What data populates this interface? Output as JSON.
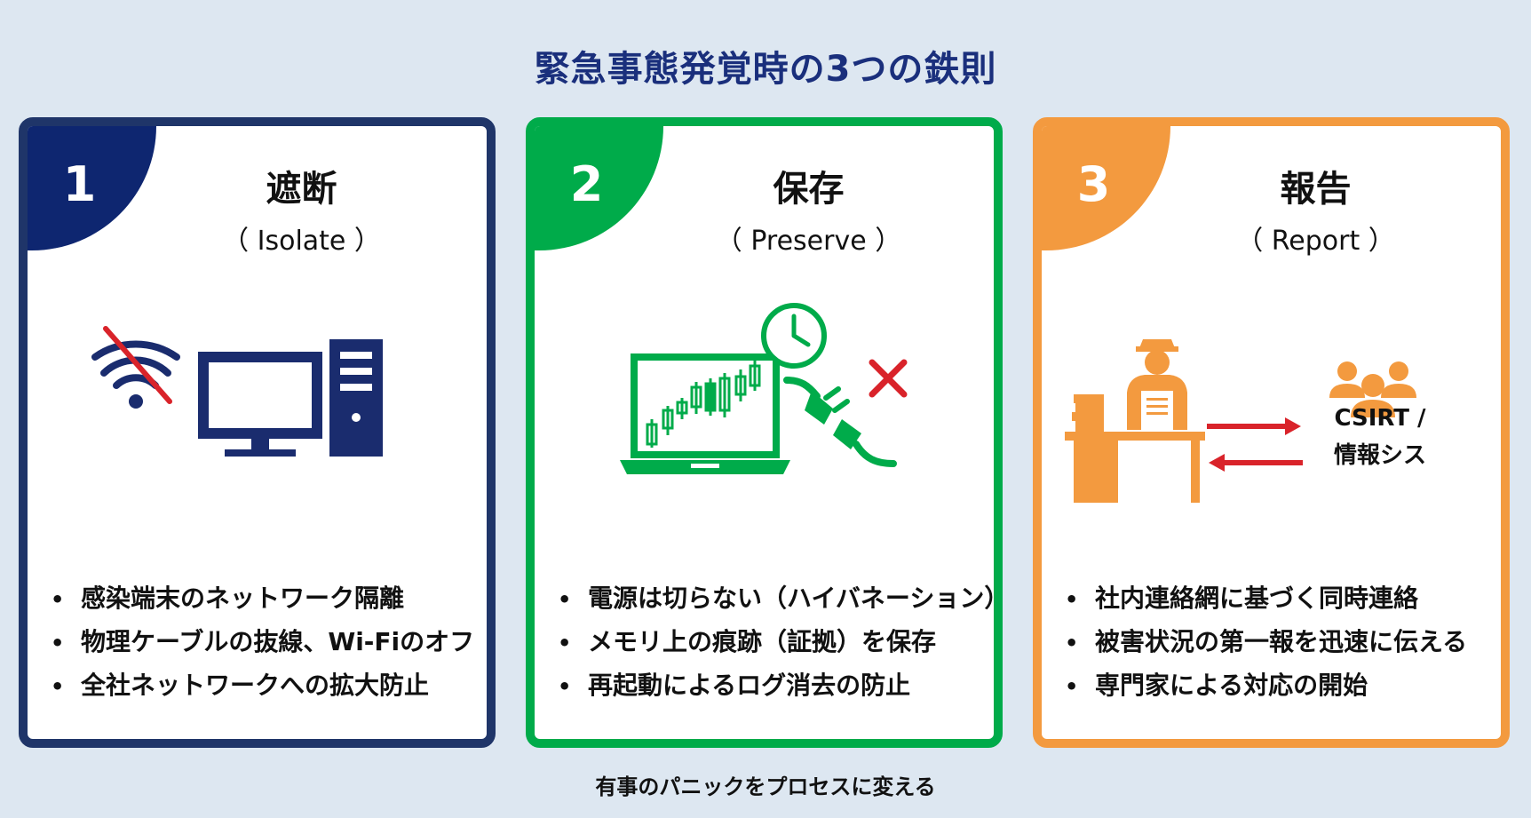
{
  "title": "緊急事態発覚時の3つの鉄則",
  "footer": "有事のパニックをプロセスに変える",
  "colors": {
    "navy": "#1f3569",
    "green": "#00ab4a",
    "orange": "#f39a3f",
    "red": "#d9232a"
  },
  "cards": [
    {
      "number": "1",
      "title": "遮断",
      "subtitle": "（ Isolate ）",
      "icons": [
        "wifi-off-icon",
        "computer-monitor-icon",
        "pc-tower-icon"
      ],
      "bullets": [
        "感染端末のネットワーク隔離",
        "物理ケーブルの抜線、Wi-Fiのオフ",
        "全社ネットワークへの拡大防止"
      ]
    },
    {
      "number": "2",
      "title": "保存",
      "subtitle": "（ Preserve ）",
      "icons": [
        "laptop-chart-icon",
        "clock-icon",
        "power-plug-icon",
        "cross-icon"
      ],
      "bullets": [
        "電源は切らない（ハイバネーション）",
        "メモリ上の痕跡（証拠）を保存",
        "再起動によるログ消去の防止"
      ]
    },
    {
      "number": "3",
      "title": "報告",
      "subtitle": "（ Report ）",
      "icons": [
        "person-at-desk-icon",
        "exchange-arrows-icon",
        "team-icon"
      ],
      "team_label_line1": "CSIRT /",
      "team_label_line2": "情報シス",
      "bullets": [
        "社内連絡網に基づく同時連絡",
        "被害状況の第一報を迅速に伝える",
        "専門家による対応の開始"
      ]
    }
  ]
}
